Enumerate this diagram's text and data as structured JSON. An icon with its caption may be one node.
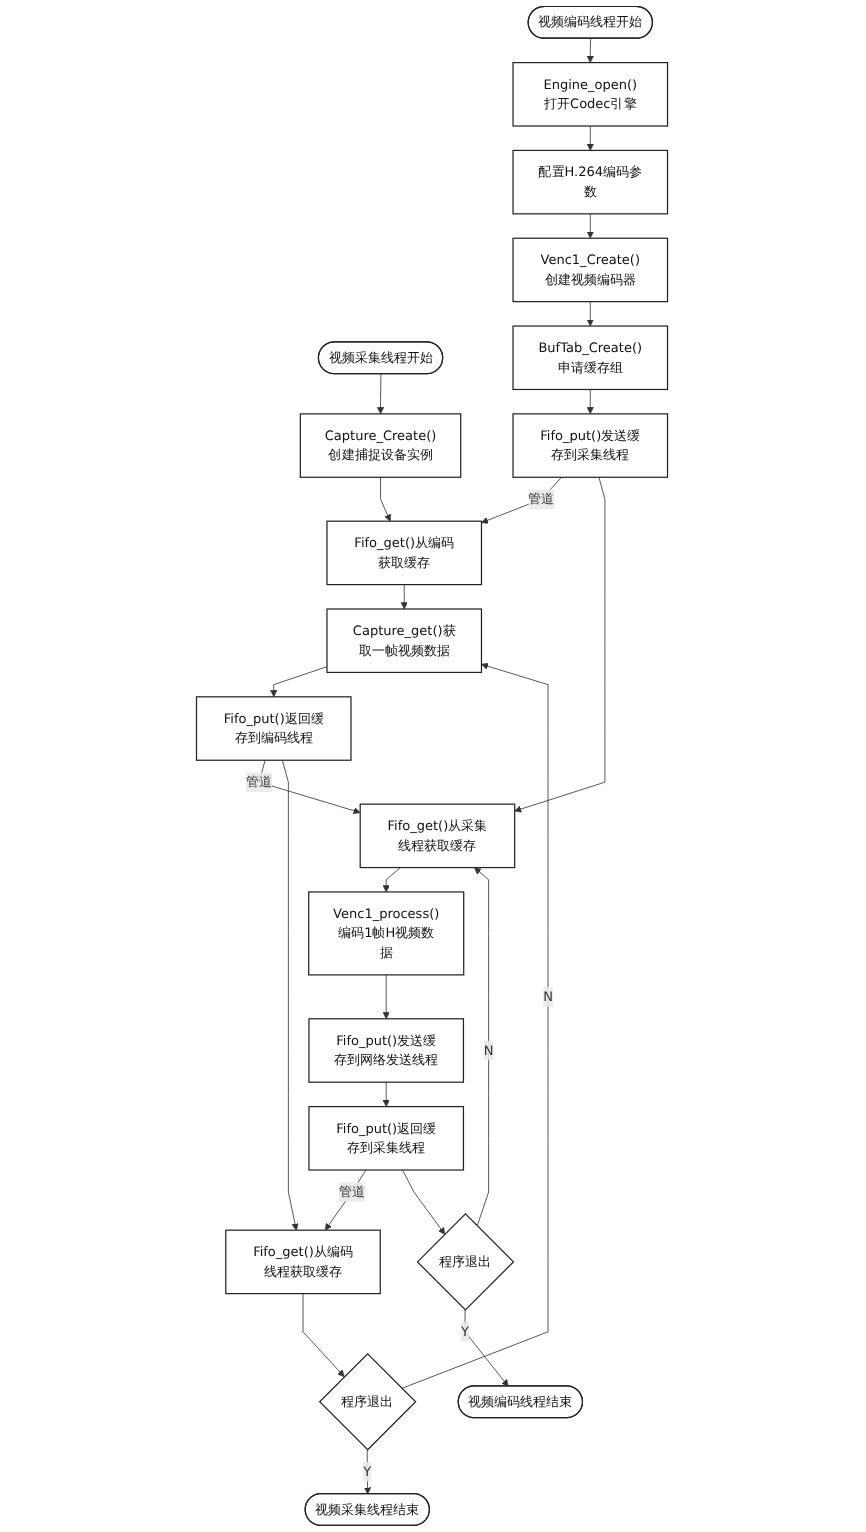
{
  "diagram": {
    "nodes": [
      {
        "text": [
          "视频采集线程开始"
        ]
      },
      {
        "text": [
          "Capture_Create()创建捕捉设备实例"
        ]
      },
      {
        "text": [
          "Fifo_get()从编码获取缓存"
        ]
      },
      {
        "text": [
          "Capture_get()获取一帧视频数据"
        ]
      },
      {
        "text": [
          "Fifo_put()返回缓存到编码线程"
        ]
      },
      {
        "text": [
          "Fifo_get()从编码线程获取缓存"
        ]
      },
      {
        "text": [
          "程序退出"
        ]
      },
      {
        "text": [
          "视频采集线程结束"
        ]
      },
      {
        "text": [
          "视频编码线程开始"
        ]
      },
      {
        "text": [
          "Engine_open()打开Codec引擎"
        ]
      },
      {
        "text": [
          "配置H.264编码参数"
        ]
      },
      {
        "text": [
          "Venc1_Create()创建视频编码器"
        ]
      },
      {
        "text": [
          "BufTab_Create()申请缓存组"
        ]
      },
      {
        "text": [
          "Fifo_put()发送缓存到采集线程"
        ]
      },
      {
        "text": [
          "Fifo_get()从采集线程获取缓存"
        ]
      },
      {
        "text": [
          "Venc1_process()编码1帧H视频数据"
        ]
      },
      {
        "text": [
          "Fifo_put()发送缓存到网络发送线程"
        ]
      },
      {
        "text": [
          "Fifo_put()返回缓存到采集线程"
        ]
      },
      {
        "text": [
          "程序退出"
        ]
      },
      {
        "text": [
          "视频编码线程结束"
        ]
      }
    ],
    "edges": [
      {
        "from": 0,
        "to": 1,
        "arrow": "to"
      },
      {
        "from": 8,
        "to": 9,
        "arrow": "to"
      },
      {
        "from": 9,
        "to": 10,
        "arrow": "to"
      },
      {
        "from": 1,
        "to": 2,
        "arrow": "to"
      },
      {
        "from": 10,
        "to": 11,
        "arrow": "to"
      },
      {
        "from": 11,
        "to": 12,
        "arrow": "to"
      },
      {
        "from": 13,
        "to": 2,
        "arrow": "to",
        "label": "管道"
      },
      {
        "from": 12,
        "to": 13,
        "arrow": "to"
      },
      {
        "from": 2,
        "to": 3,
        "arrow": "to"
      },
      {
        "from": 13,
        "to": 14,
        "arrow": "to"
      },
      {
        "from": 3,
        "to": 4,
        "arrow": "to"
      },
      {
        "from": 4,
        "to": 14,
        "arrow": "to",
        "label": "管道"
      },
      {
        "from": 14,
        "to": 15,
        "arrow": "to"
      },
      {
        "from": 15,
        "to": 16,
        "arrow": "to"
      },
      {
        "from": 4,
        "to": 5,
        "arrow": "to"
      },
      {
        "from": 16,
        "to": 17,
        "arrow": "to"
      },
      {
        "from": 17,
        "to": 5,
        "arrow": "to",
        "label": "管道"
      },
      {
        "from": 5,
        "to": 6,
        "arrow": "to"
      },
      {
        "from": 17,
        "to": 18,
        "arrow": "to"
      },
      {
        "from": 6,
        "to": 3,
        "arrow": "to",
        "label": "N"
      },
      {
        "from": 18,
        "to": 14,
        "arrow": "to",
        "label": "N"
      },
      {
        "from": 6,
        "to": 7,
        "arrow": "to",
        "label": "Y"
      },
      {
        "from": 18,
        "to": 19,
        "arrow": "to",
        "label": "Y"
      }
    ]
  }
}
